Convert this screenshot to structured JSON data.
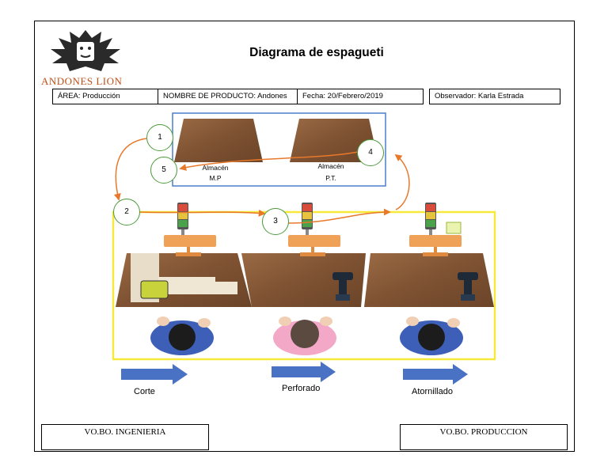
{
  "logo": {
    "text": "ANDONES LION"
  },
  "title": "Diagrama de espagueti",
  "header": {
    "area": "ÁREA: Producción",
    "producto": "NOMBRE DE PRODUCTO: Andones",
    "fecha": "Fecha: 20/Febrero/2019",
    "observador": "Observador: Karla Estrada"
  },
  "warehouses": {
    "mp": {
      "line1": "Almacén",
      "line2": "M.P"
    },
    "pt": {
      "line1": "Almacén",
      "line2": "P.T."
    }
  },
  "markers": [
    "1",
    "2",
    "3",
    "4",
    "5"
  ],
  "stations": [
    "Corte",
    "Perforado",
    "Atornillado"
  ],
  "signatures": {
    "ingenieria": "VO.BO. INGENIERIA",
    "produccion": "VO.BO. PRODUCCION"
  },
  "colors": {
    "flow_path": "#e8782a",
    "warehouse_border": "#4a7fc8",
    "production_border": "#f7e93a",
    "marker_border": "#4a9a3a",
    "arrow": "#4a72c4",
    "logo_text": "#c0501a"
  }
}
